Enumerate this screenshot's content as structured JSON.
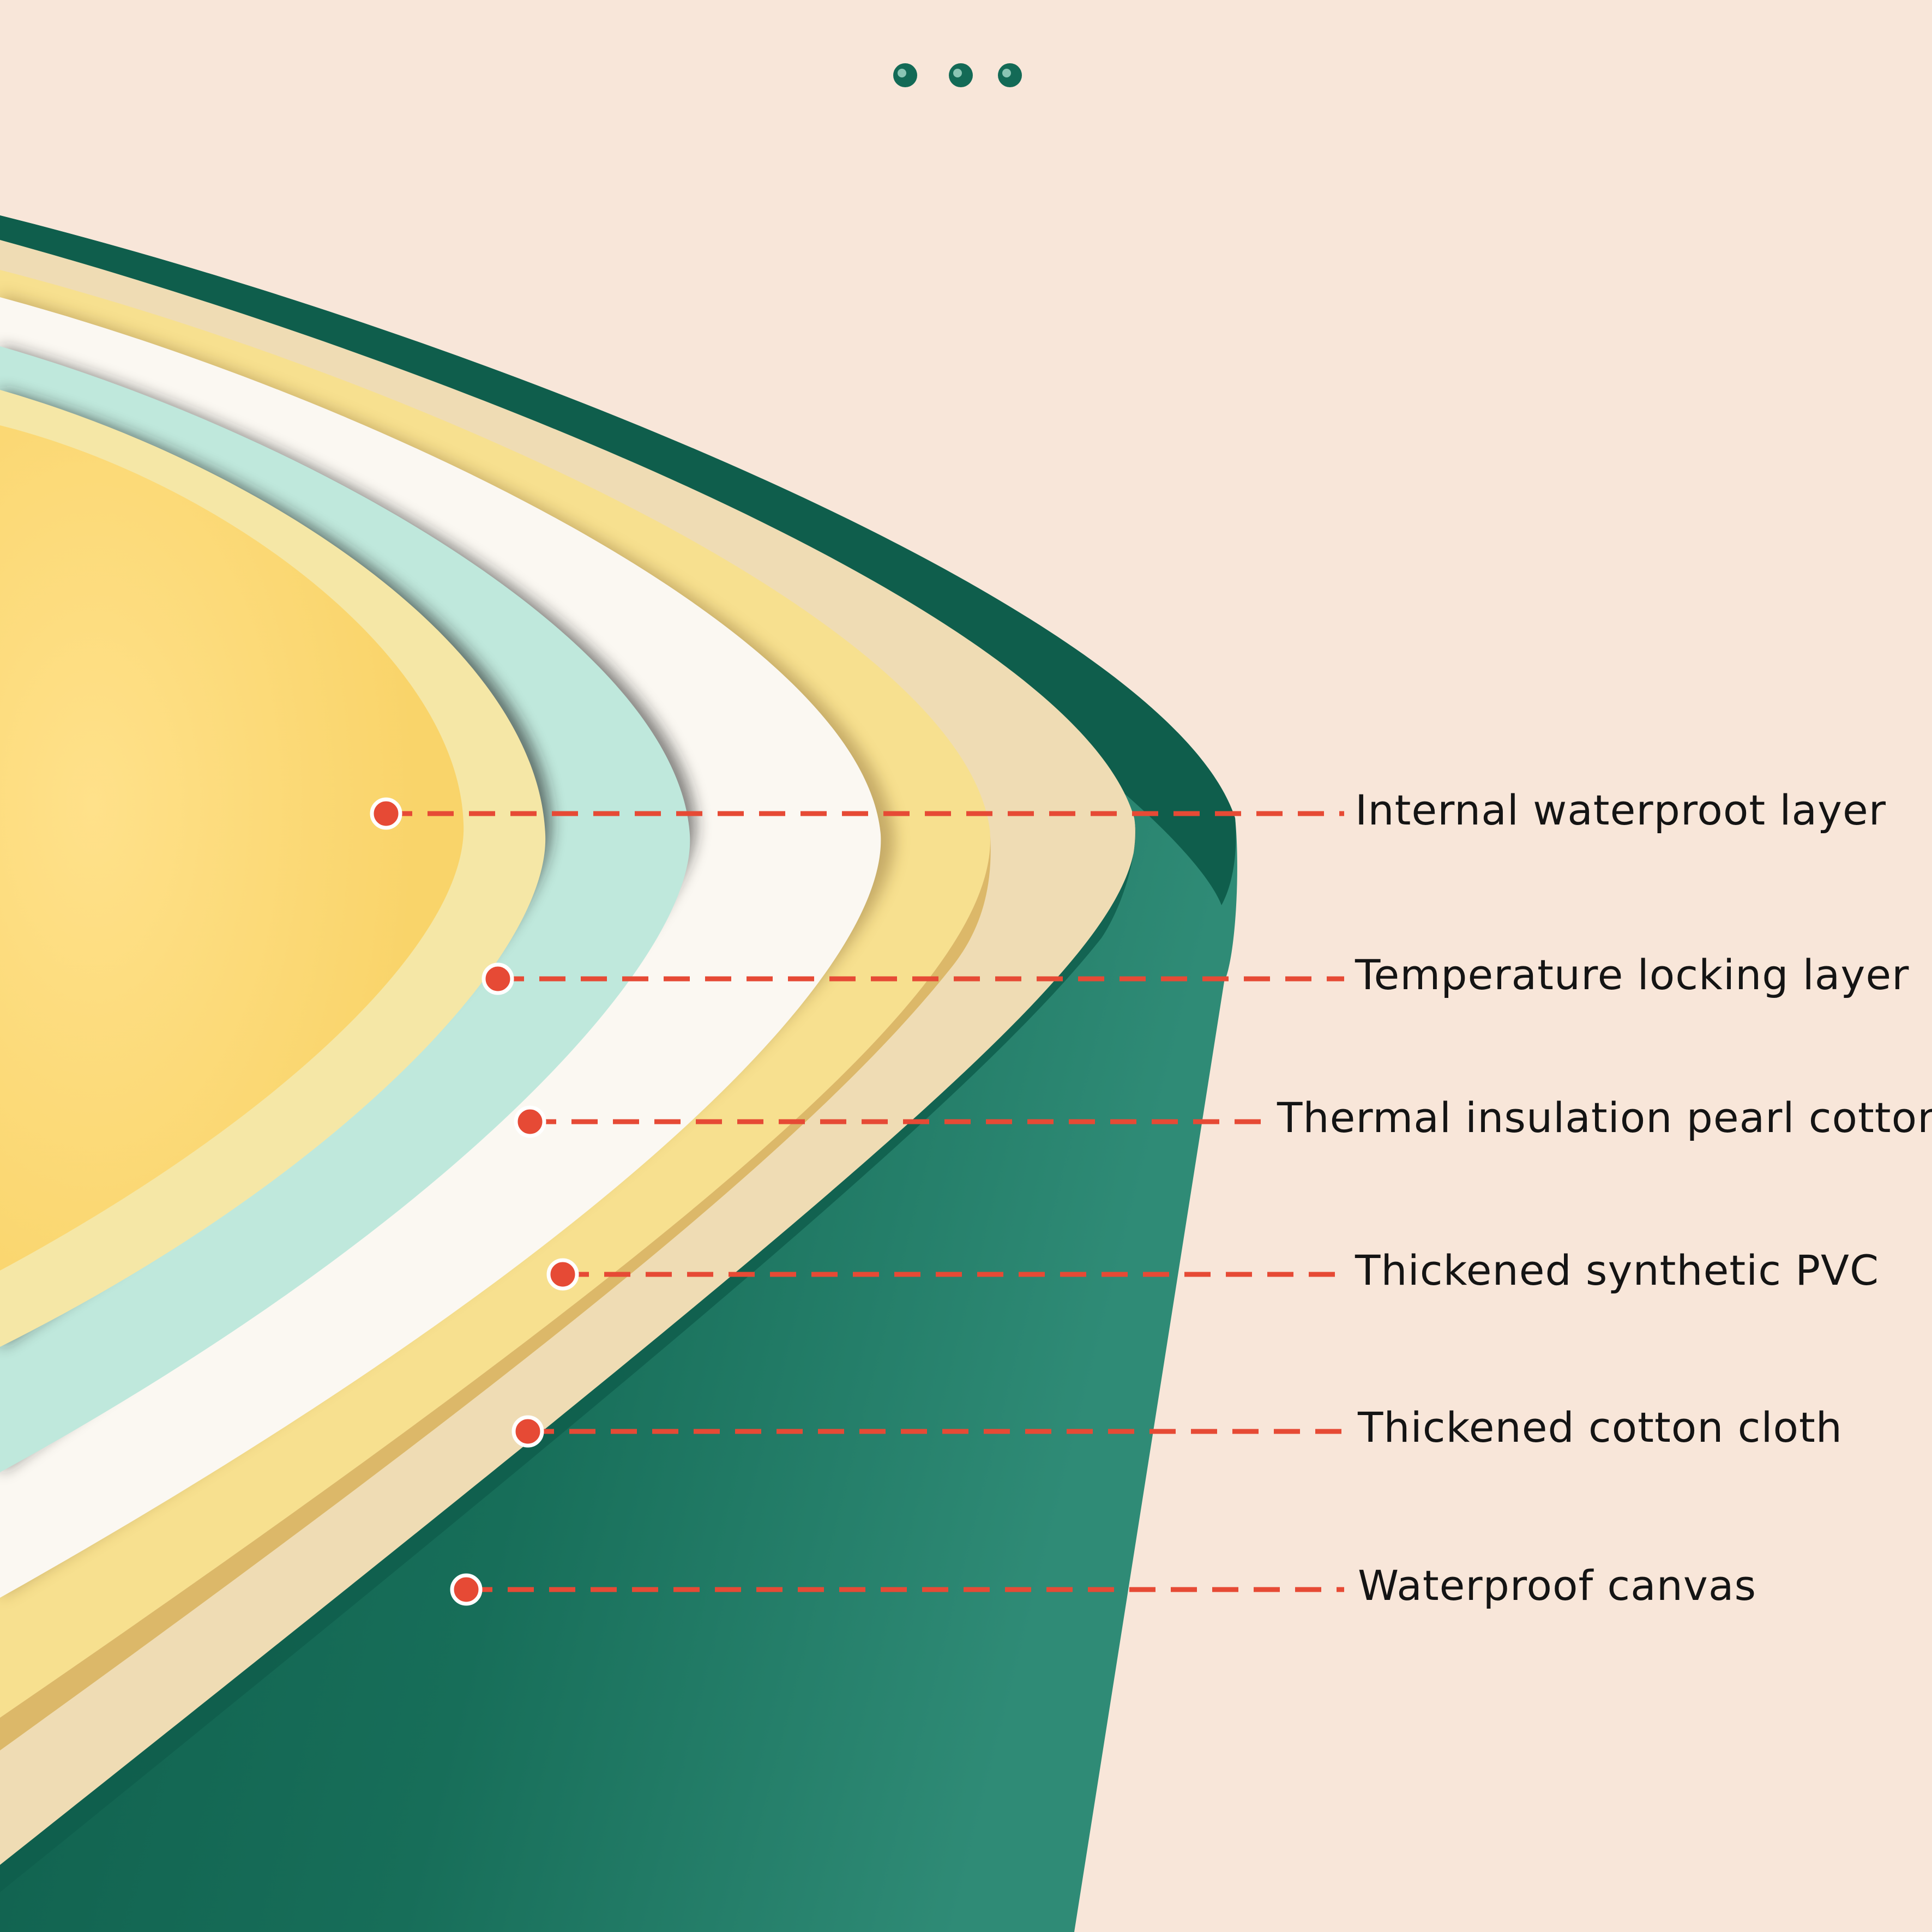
{
  "colors": {
    "background": "#f8e6d9",
    "outer_green": "#136a56",
    "dark_green": "#0f5e4c",
    "cream": "#efdcb4",
    "butter": "#f7e08f",
    "white": "#fbf8f2",
    "mint": "#bfe8dc",
    "pale_yellow": "#f5e7a6",
    "core_yellow": "#fcdc78",
    "callout": "#e64a35",
    "dot_outline": "#ffffff",
    "text": "#141414"
  },
  "layers": [
    {
      "label": "Internal waterproot layer"
    },
    {
      "label": "Temperature locking layer"
    },
    {
      "label": "Thermal insulation pearl cotton"
    },
    {
      "label": "Thickened synthetic PVC"
    },
    {
      "label": "Thickened cotton cloth"
    },
    {
      "label": "Waterproof canvas"
    }
  ]
}
